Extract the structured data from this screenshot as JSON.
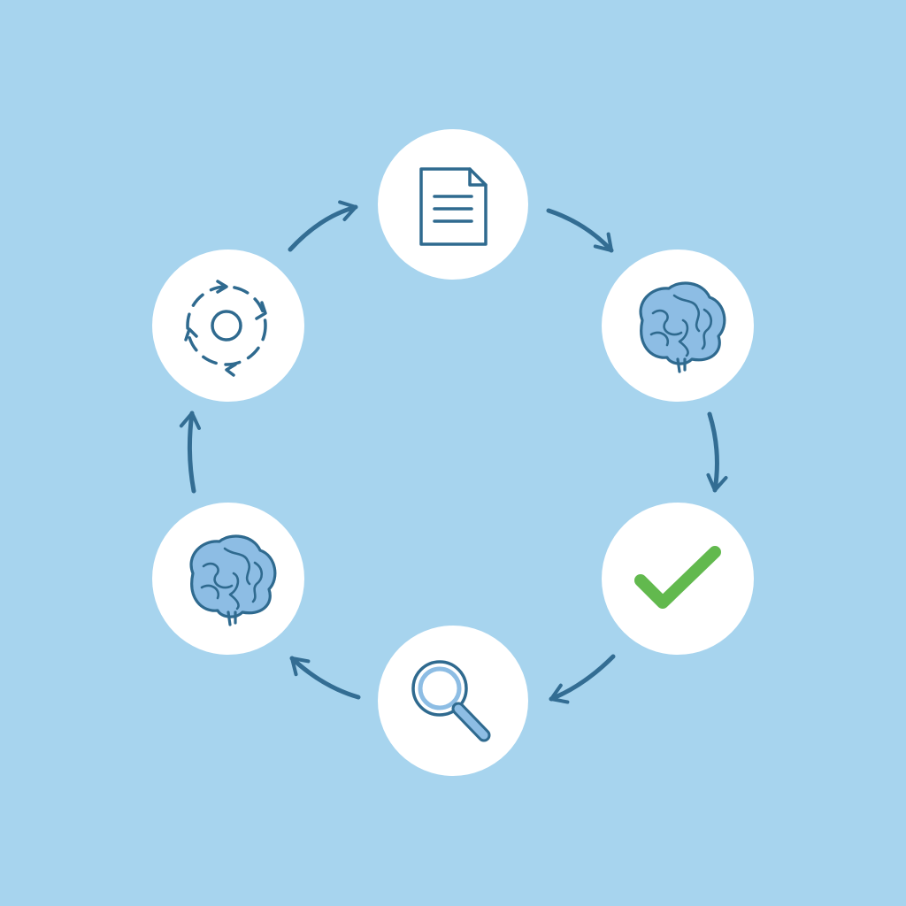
{
  "diagram": {
    "type": "cycle",
    "node_count": 6,
    "colors": {
      "background": "#a7d4ee",
      "node_fill": "#ffffff",
      "arrow": "#336d93",
      "icon_outline": "#2f6a8f",
      "icon_fill": "#8dbde4",
      "check": "#62b94e"
    },
    "nodes": [
      {
        "id": "document",
        "icon": "document-icon"
      },
      {
        "id": "brain-right",
        "icon": "brain-icon"
      },
      {
        "id": "check",
        "icon": "checkmark-icon"
      },
      {
        "id": "search",
        "icon": "magnifier-icon"
      },
      {
        "id": "brain-left",
        "icon": "brain-icon"
      },
      {
        "id": "cycle",
        "icon": "refresh-cycle-icon"
      }
    ],
    "edges": [
      {
        "from": "document",
        "to": "brain-right"
      },
      {
        "from": "brain-right",
        "to": "check"
      },
      {
        "from": "check",
        "to": "search"
      },
      {
        "from": "search",
        "to": "brain-left"
      },
      {
        "from": "brain-left",
        "to": "cycle"
      },
      {
        "from": "cycle",
        "to": "document"
      }
    ]
  }
}
